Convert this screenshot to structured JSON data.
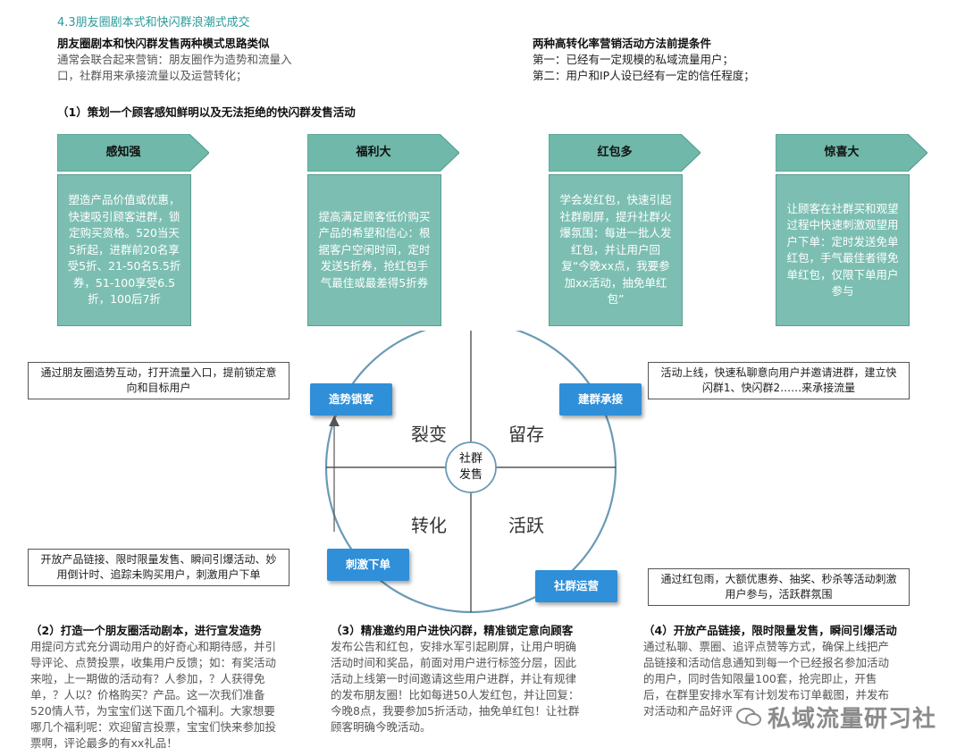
{
  "section_title": "4.3朋友圈剧本式和快闪群浪潮式成交",
  "left_intro": {
    "heading": "朋友圈剧本和快闪群发售两种模式思路类似",
    "lines": [
      "通常会联合起来营销：朋友圈作为造势和流量入",
      "口，社群用来承接流量以及运营转化；"
    ]
  },
  "right_intro": {
    "heading": "两种高转化率营销活动方法前提条件",
    "lines": [
      "第一：已经有一定规模的私域流量用户；",
      "第二：用户和IP人设已经有一定的信任程度；"
    ]
  },
  "step1_heading": "（1）策划一个顾客感知鲜明以及无法拒绝的快闪群发售活动",
  "chevrons": [
    {
      "label": "感知强",
      "text": "塑造产品价值或优惠，快速吸引顾客进群，锁定购买资格。520当天5折起，进群前20名享受5折、21-50名5.5折券，51-100享受6.5折，100后7折"
    },
    {
      "label": "福利大",
      "text": "提高满足顾客低价购买产品的希望和信心：根据客户空闲时间，定时发送5折券，抢红包手气最佳或最差得5折券"
    },
    {
      "label": "红包多",
      "text": "学会发红包，快速引起社群刷屏，提升社群火爆氛围：每进一批人发红包，并让用户回复“今晚xx点，我要参加xx活动，抽免单红包”"
    },
    {
      "label": "惊喜大",
      "text": "让顾客在社群买和观望过程中快速刺激观望用户下单：定时发送免单红包，手气最佳者得免单红包，仅限下单用户参与"
    }
  ],
  "cycle": {
    "center_lines": [
      "社群",
      "发售"
    ],
    "quadrants": [
      "裂变",
      "留存",
      "转化",
      "活跃"
    ],
    "buttons": [
      "造势锁客",
      "建群承接",
      "刺激下单",
      "社群运营"
    ]
  },
  "notes": {
    "top_left": "通过朋友圈造势互动，打开流量入口，提前锁定意向和目标用户",
    "top_right": "活动上线，快速私聊意向用户并邀请进群，建立快闪群1、快闪群2……来承接流量",
    "bottom_left": "开放产品链接、限时限量发售、瞬间引爆活动、妙用倒计时、追踪未购买用户，刺激用户下单",
    "bottom_right": "通过红包雨，大额优惠券、抽奖、秒杀等活动刺激用户参与，活跃群氛围"
  },
  "bottom_sections": [
    {
      "heading": "（2）打造一个朋友圈活动剧本，进行宣发造势",
      "lines": [
        "用提问方式充分调动用户的好奇心和期待感，并引",
        "导评论、点赞投票，收集用户反馈；如：有奖活动",
        "来啦，上一期做的活动有？人参加，？人获得免",
        "单，？人以？价格购买？产品。这一次我们准备",
        "520情人节，为宝宝们送下面几个福利。大家想要",
        "哪几个福利呢：欢迎留言投票，宝宝们快来参加投",
        "票啊，评论最多的有xx礼品！"
      ]
    },
    {
      "heading": "（3）精准邀约用户进快闪群，精准锁定意向顾客",
      "lines": [
        "发布公告和红包，安排水军引起刷屏，让用户明确",
        "活动时间和奖品，前面对用户进行标签分层，因此",
        "活动上线第一时间邀请这些用户进群，并让有规律",
        "的发布朋友圈！比如每进50人发红包，并让回复：",
        "今晚8点，我要参加5折活动，抽免单红包！让社群",
        "顾客明确今晚活动。"
      ]
    },
    {
      "heading": "（4）开放产品链接，限时限量发售，瞬间引爆活动",
      "lines": [
        "通过私聊、票圈、追评点赞等方式，确保上线把产",
        "品链接和活动信息通知到每一个已经报名参加活动",
        "的用户，同时告知限量100套，抢完即止，开售",
        "后，在群里安排水军有计划发布订单截图，并发布",
        "对活动和产品好评"
      ]
    }
  ],
  "watermark": "私域流量研习社",
  "colors": {
    "teal_box": "#7cbfb2",
    "chevron": "#6fb8aa",
    "blue_button": "#2f8fd8",
    "title_teal": "#2a9c9a"
  }
}
